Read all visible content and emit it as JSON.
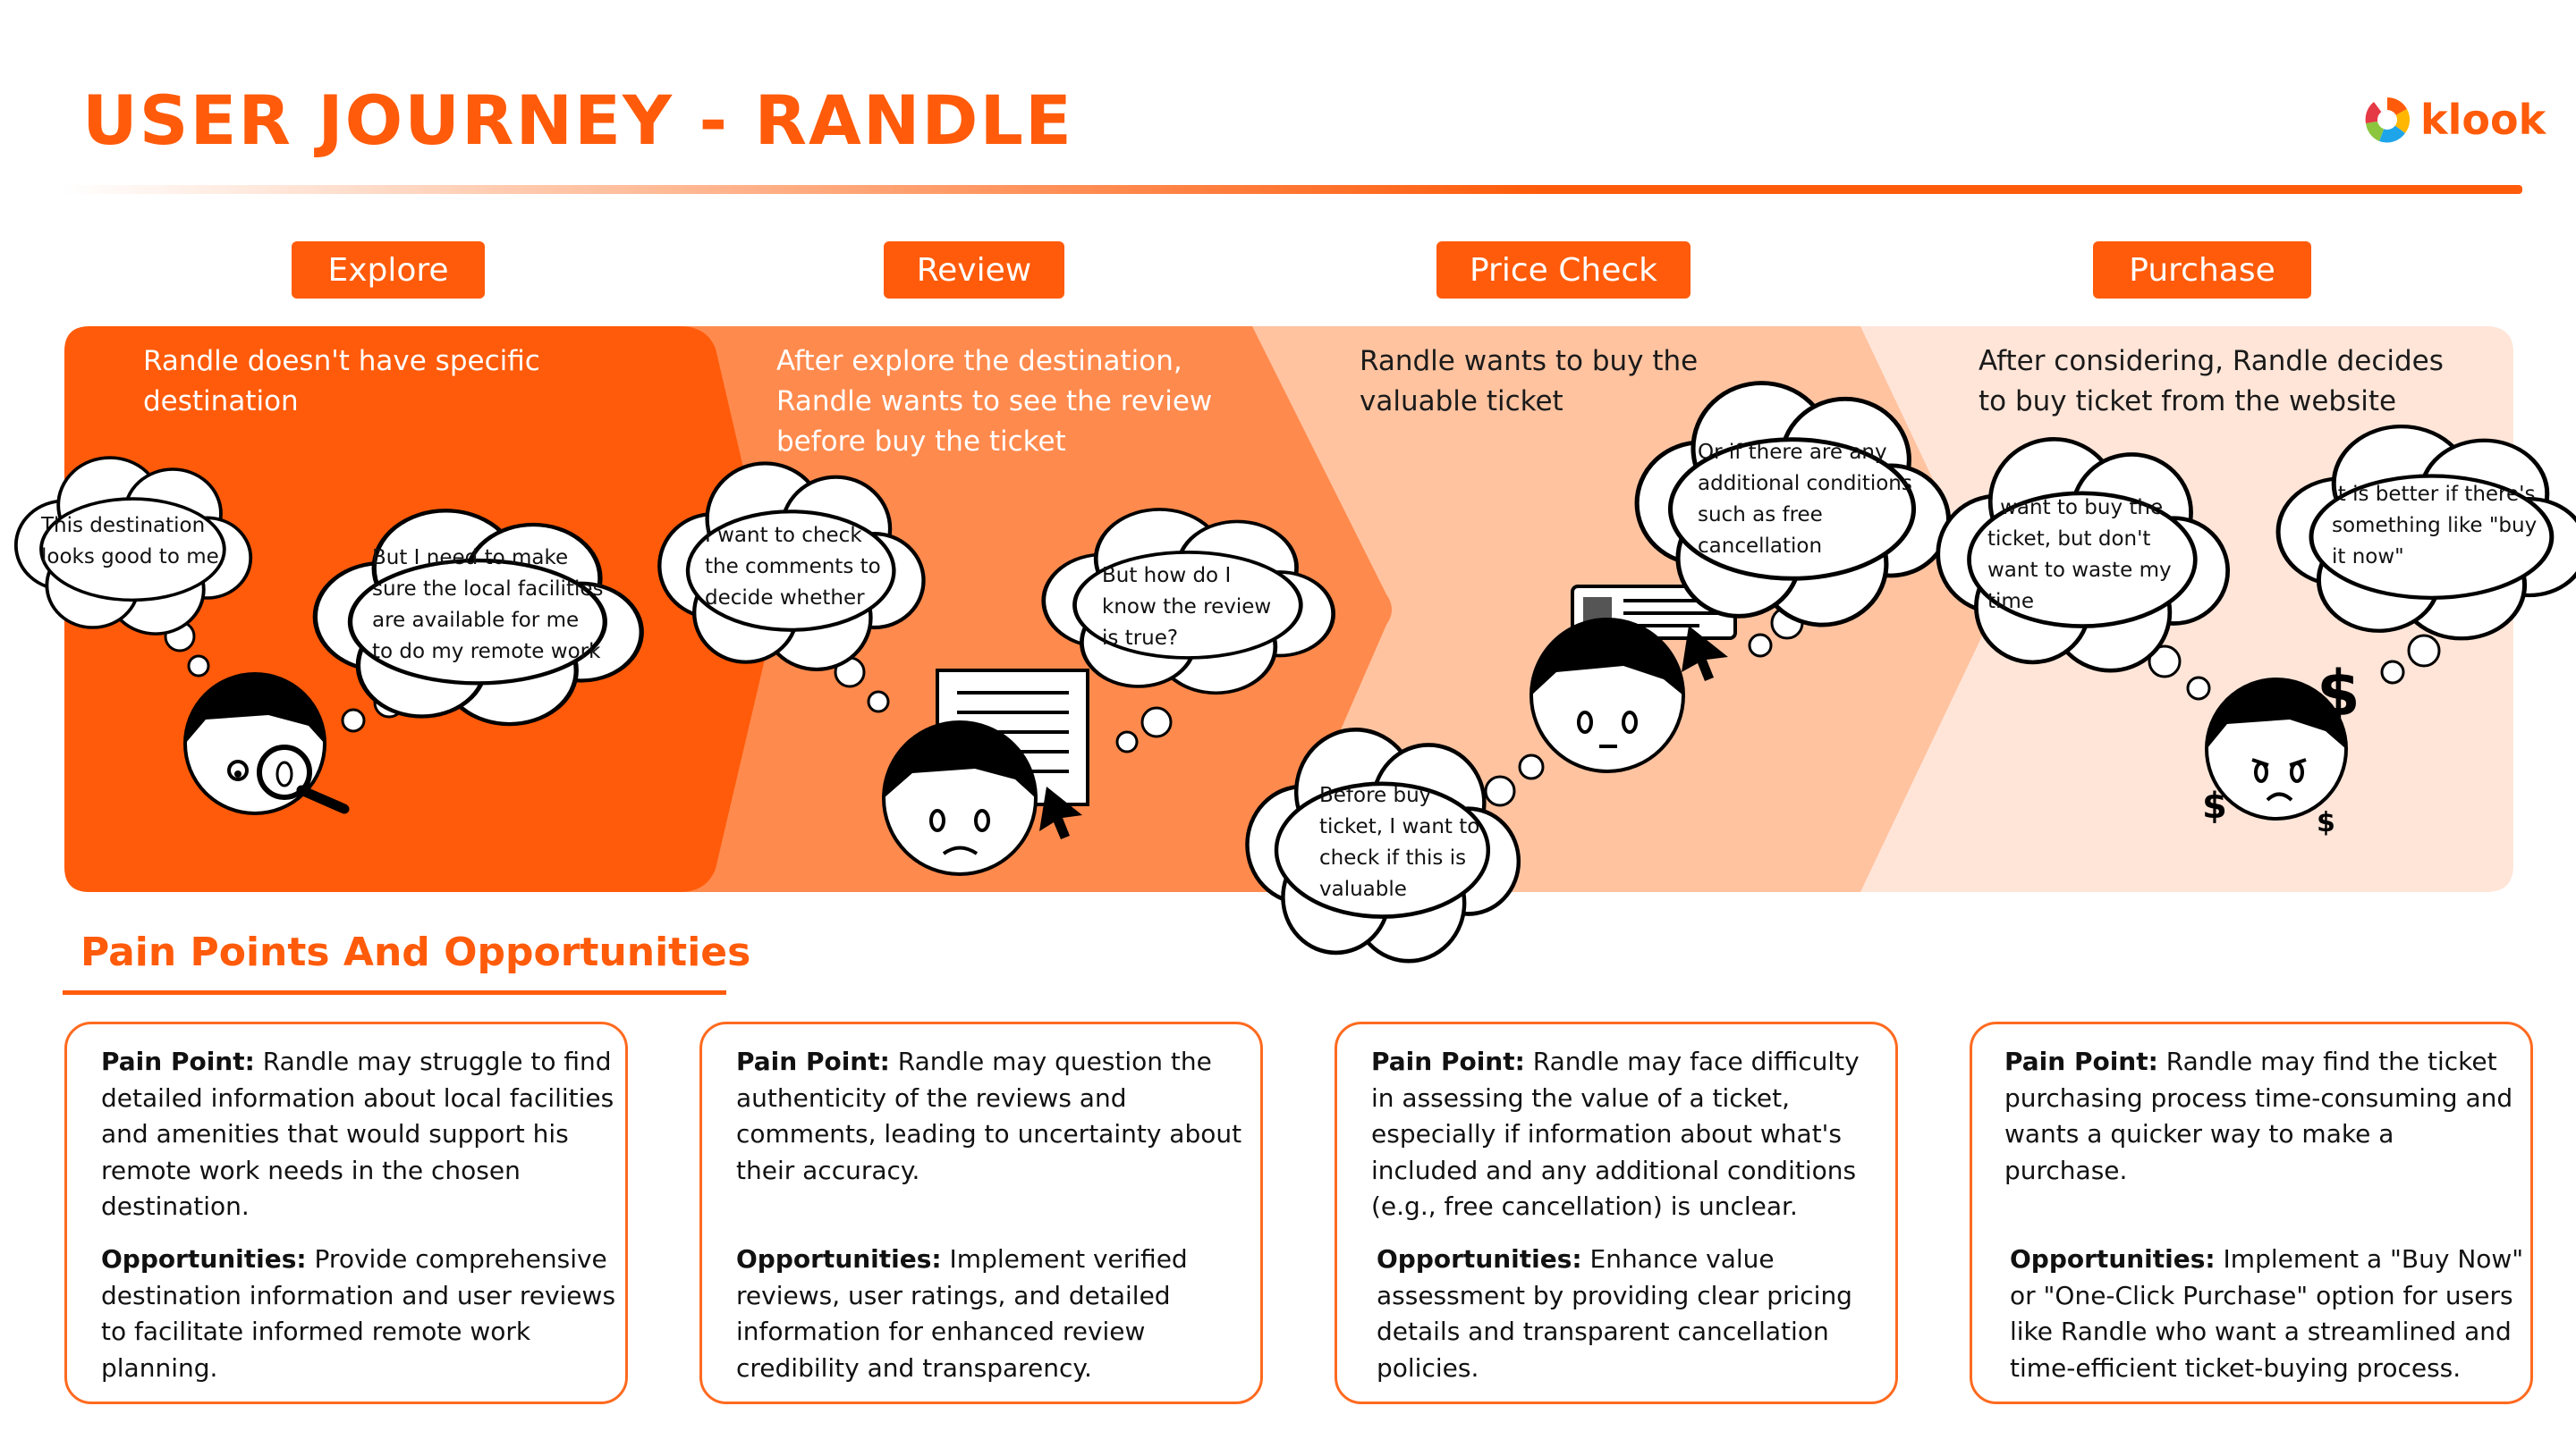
{
  "title": "USER JOURNEY - RANDLE",
  "logo": {
    "name": "klook",
    "icon": "klook-logo-icon",
    "colors": [
      "#ff5b0a",
      "#ffb703",
      "#1ea5e9",
      "#8cc63f",
      "#e63946"
    ]
  },
  "colors": {
    "accent": "#ff5b0a",
    "stage1": "#ff5b0a",
    "stage2": "#ff8a4d",
    "stage3": "#ffc3a0",
    "stage4": "#ffe5d8"
  },
  "stages": [
    {
      "label": "Explore",
      "description": "Randle doesn't have specific destination",
      "bubbles": [
        "This destination looks good to me",
        "But I need to make sure the local facilities are available for me to do my remote work"
      ]
    },
    {
      "label": "Review",
      "description": "After explore the destination, Randle wants to see the review before buy the ticket",
      "bubbles": [
        "I want to check the comments to decide whether",
        "But how do I know the review is true?"
      ]
    },
    {
      "label": "Price Check",
      "description": "Randle wants to buy the valuable ticket",
      "bubbles": [
        "Or if there are any additional conditions such as free cancellation",
        "Before buy ticket, I want to check if this is valuable"
      ]
    },
    {
      "label": "Purchase",
      "description": "After considering, Randle decides to buy ticket from the website",
      "bubbles": [
        "I want to buy the ticket, but don't want to waste my time",
        "It is better if there's something like \"buy it now\""
      ]
    }
  ],
  "pain_section": {
    "heading": "Pain Points And Opportunities",
    "pain_label": "Pain Point:",
    "opp_label": "Opportunities:",
    "cards": [
      {
        "pain": "Randle may struggle to find detailed information about local facilities and amenities that would support his remote work needs in the chosen destination.",
        "opportunity": "Provide comprehensive destination information and user reviews to facilitate informed remote work planning."
      },
      {
        "pain": "Randle may question the authenticity of the reviews and comments, leading to uncertainty about their accuracy.",
        "opportunity": "Implement verified reviews, user ratings, and detailed information for enhanced review credibility and transparency."
      },
      {
        "pain": "Randle may face difficulty in assessing the value of a ticket, especially if information about what's included and any additional conditions (e.g., free cancellation) is unclear.",
        "opportunity": "Enhance value assessment by providing clear pricing details and transparent cancellation policies."
      },
      {
        "pain": "Randle may find the ticket purchasing process time-consuming and wants a quicker way to make a purchase.",
        "opportunity": "Implement a \"Buy Now\" or \"One-Click Purchase\" option for users like Randle who want a streamlined and time-efficient ticket-buying process."
      }
    ]
  }
}
